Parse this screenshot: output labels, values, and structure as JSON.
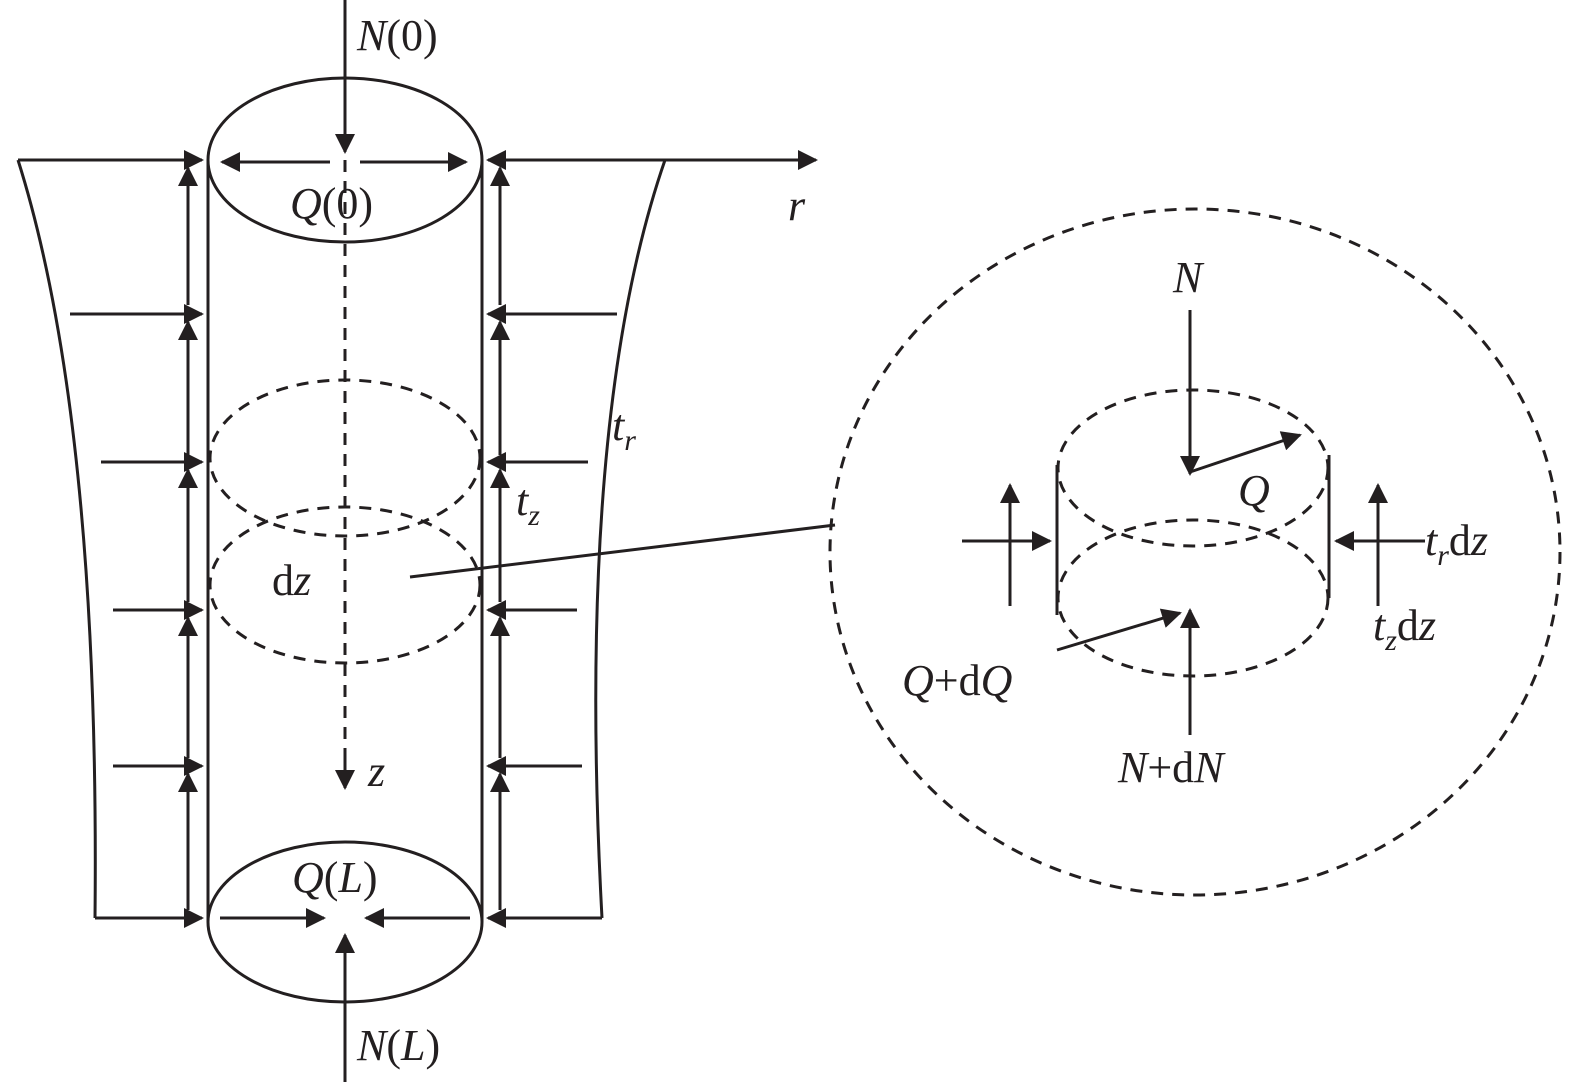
{
  "labels": {
    "n0": [
      "N",
      "(0)"
    ],
    "q0": [
      "Q",
      "(0)"
    ],
    "r": "r",
    "tr": [
      "t",
      "r"
    ],
    "tz": [
      "t",
      "z"
    ],
    "dz": [
      "d",
      "z"
    ],
    "z": "z",
    "qL": [
      "Q",
      "(",
      "L",
      ")"
    ],
    "nL": [
      "N",
      "(",
      "L",
      ")"
    ],
    "detail_n": "N",
    "detail_q": "Q",
    "detail_trdz": [
      "t",
      "r",
      "d",
      "z"
    ],
    "detail_tzdz": [
      "t",
      "z",
      "d",
      "z"
    ],
    "detail_qdq": [
      "Q",
      "+d",
      "Q"
    ],
    "detail_ndn": [
      "N",
      "+d",
      "N"
    ]
  },
  "colors": {
    "ink": "#231f20",
    "background": "#ffffff"
  }
}
